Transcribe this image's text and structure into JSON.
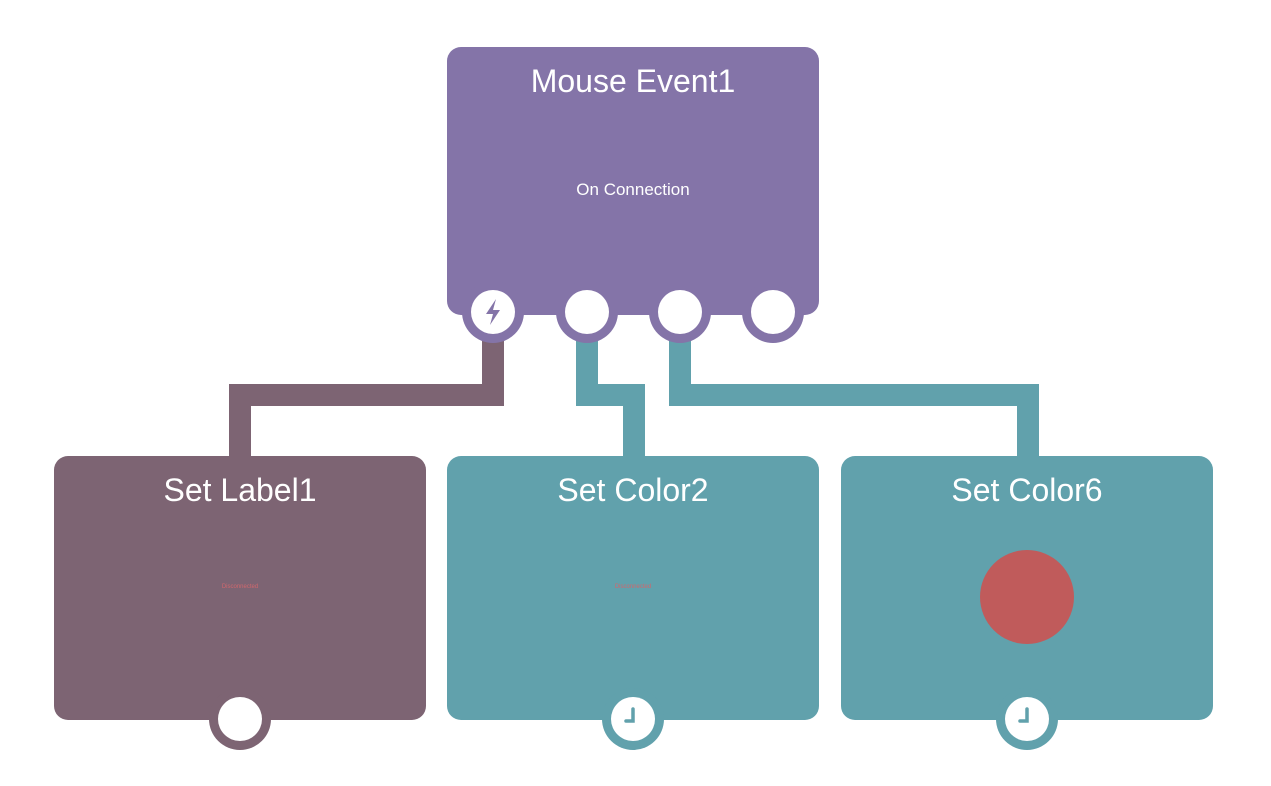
{
  "colors": {
    "event": "#8474a8",
    "label": "#7d6473",
    "color": "#61a1ac",
    "swatch": "#c05b5b",
    "error_text": "#d0676d"
  },
  "source_node": {
    "title": "Mouse Event1",
    "subtitle": "On Connection",
    "ports": [
      "lightning-icon",
      "empty",
      "empty",
      "empty"
    ]
  },
  "target_nodes": [
    {
      "title": "Set Label1",
      "status": "Disconnected",
      "port_icon": "empty"
    },
    {
      "title": "Set Color2",
      "status": "Disconnected",
      "port_icon": "clock-icon"
    },
    {
      "title": "Set Color6",
      "status": "",
      "port_icon": "clock-icon"
    }
  ]
}
